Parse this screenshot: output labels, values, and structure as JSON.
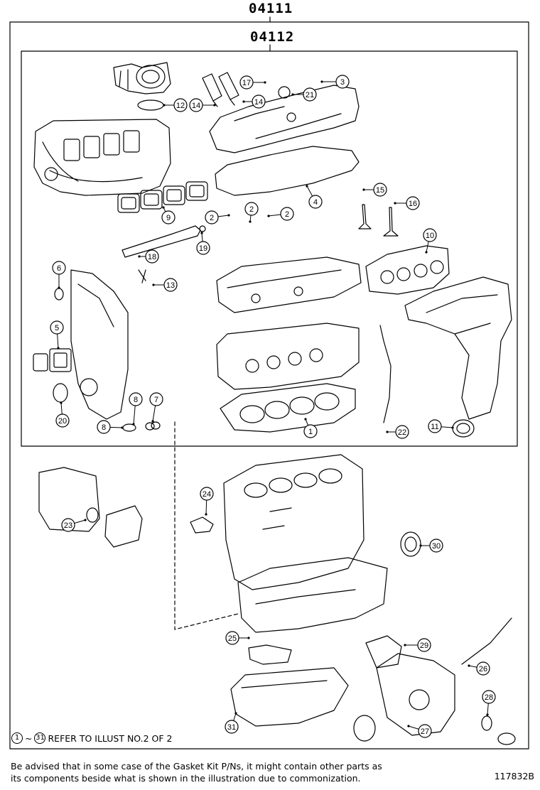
{
  "diagram": {
    "outer_kit_label": "04111",
    "inner_kit_label": "04112",
    "refer_note": {
      "range_start": "1",
      "range_sep": "~",
      "range_end": "31",
      "text": "REFER TO ILLUST NO.2 OF 2"
    },
    "footer_note_line1": "Be advised that in some case of the Gasket Kit P/Ns,  it might contain other parts as",
    "footer_note_line2": "its components beside what is shown in the illustration due to commonization.",
    "figure_id": "117832B",
    "callouts": [
      "1",
      "2",
      "2",
      "2",
      "3",
      "4",
      "5",
      "6",
      "7",
      "8",
      "8",
      "9",
      "10",
      "11",
      "12",
      "13",
      "14",
      "14",
      "15",
      "16",
      "17",
      "18",
      "19",
      "20",
      "21",
      "22",
      "23",
      "24",
      "25",
      "26",
      "27",
      "28",
      "29",
      "30",
      "31"
    ]
  }
}
